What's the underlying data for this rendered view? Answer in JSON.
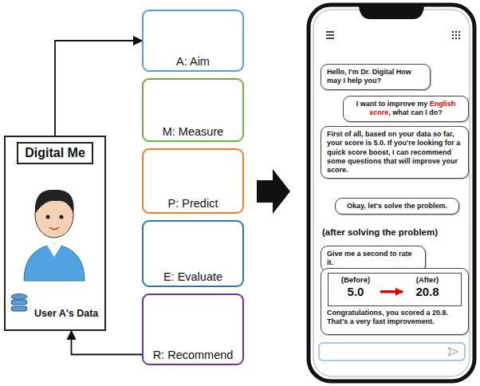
{
  "diagram": {
    "nodes": [
      {
        "text": [
          "Digital Me",
          "User A's Data"
        ]
      },
      {
        "text": [
          "A: Aim"
        ]
      },
      {
        "text": [
          "M: Measure"
        ]
      },
      {
        "text": [
          "P: Predict"
        ]
      },
      {
        "text": [
          "E: Evaluate"
        ]
      },
      {
        "text": [
          "R: Recommend"
        ]
      },
      {
        "text": [
          "Hello, I'm Dr. Digital How may I help you?"
        ]
      },
      {
        "text": [
          "I want to improve my",
          "English score",
          ", what can I do?"
        ]
      },
      {
        "text": [
          "First of all, based on your data so far, your score is 5.0. If you're looking for a quick score boost, I can recommend some questions that will improve your score."
        ]
      },
      {
        "text": [
          "Okay, let's solve the problem."
        ]
      },
      {
        "text": [
          "Give me a second to rate it."
        ]
      },
      {
        "text": [
          "Congratulations, you scored a 20.8. That's a very fast improvement."
        ]
      },
      {
        "text": [
          "(Before)",
          "5.0"
        ],
        "in": 11
      },
      {
        "text": [
          "(After)",
          "20.8"
        ],
        "in": 11
      }
    ],
    "edges": [
      {
        "from": 0,
        "to": 1,
        "arrow": "to"
      },
      {
        "from": 5,
        "to": 0,
        "arrow": "to"
      },
      {
        "from": 12,
        "to": 13,
        "arrow": "to"
      }
    ],
    "labels": [
      "(after solving the problem)"
    ]
  }
}
